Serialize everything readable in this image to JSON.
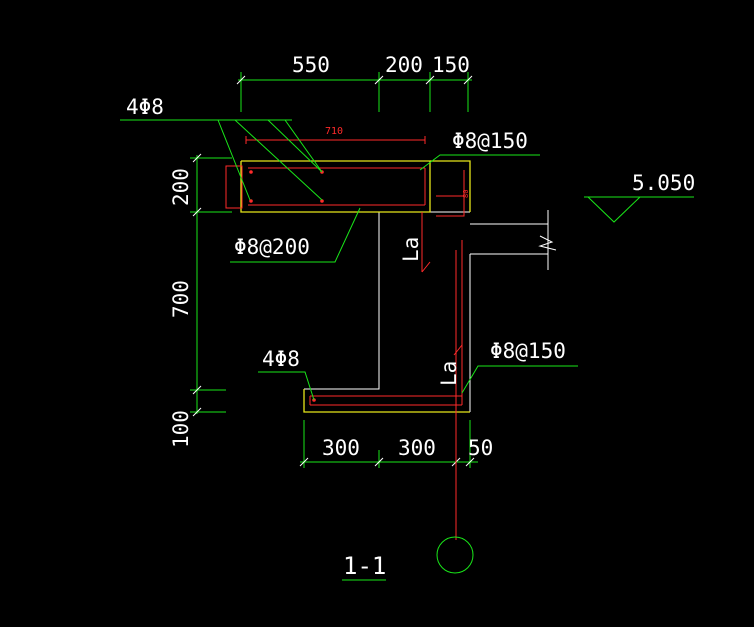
{
  "drawing": {
    "section_label": "1-1",
    "dimensions_top": [
      "550",
      "200",
      "150"
    ],
    "dimensions_bottom": [
      "300",
      "300",
      "50"
    ],
    "dimensions_left": [
      "200",
      "700",
      "100"
    ],
    "inner_dim_top": "710",
    "inner_dim_side": "80",
    "elevation": "5.050",
    "rebar": {
      "top_long": "4Φ8",
      "top_stirrup": "Φ8@150",
      "slab_bottom": "Φ8@200",
      "bottom_long": "4Φ8",
      "bottom_stirrup": "Φ8@150",
      "anchor_1": "La",
      "anchor_2": "La"
    }
  },
  "colors": {
    "background": "#000000",
    "dimension": "#19e619",
    "outline": "#ffffff",
    "rebar": "#ff2a2a",
    "concrete_edge": "#e6e619",
    "text": "#ffffff"
  }
}
